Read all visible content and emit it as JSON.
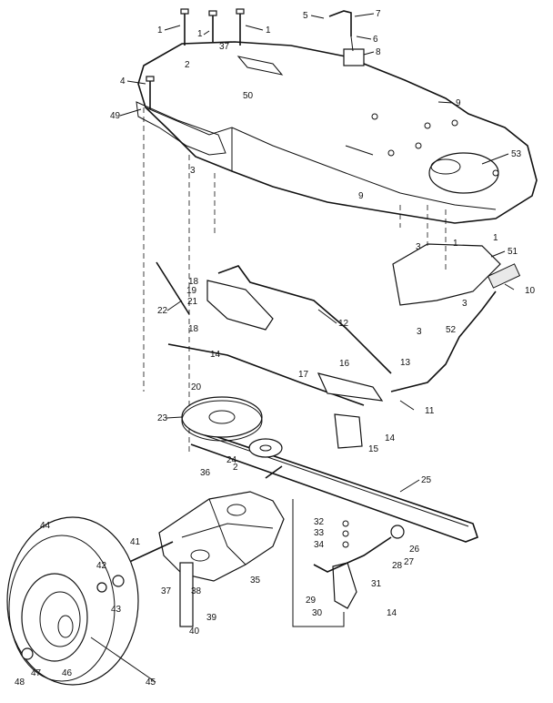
{
  "diagram": {
    "callouts": [
      "1",
      "1",
      "1",
      "5",
      "7",
      "6",
      "8",
      "37",
      "2",
      "4",
      "50",
      "49",
      "9",
      "3",
      "53",
      "9",
      "1",
      "3",
      "51",
      "1",
      "18",
      "19",
      "21",
      "22",
      "12",
      "18",
      "10",
      "3",
      "52",
      "14",
      "3",
      "13",
      "17",
      "16",
      "20",
      "11",
      "23",
      "14",
      "15",
      "24",
      "2",
      "36",
      "25",
      "32",
      "33",
      "34",
      "26",
      "27",
      "28",
      "44",
      "41",
      "42",
      "43",
      "37",
      "38",
      "35",
      "29",
      "31",
      "14",
      "39",
      "40",
      "30",
      "48",
      "47",
      "46",
      "45"
    ]
  }
}
